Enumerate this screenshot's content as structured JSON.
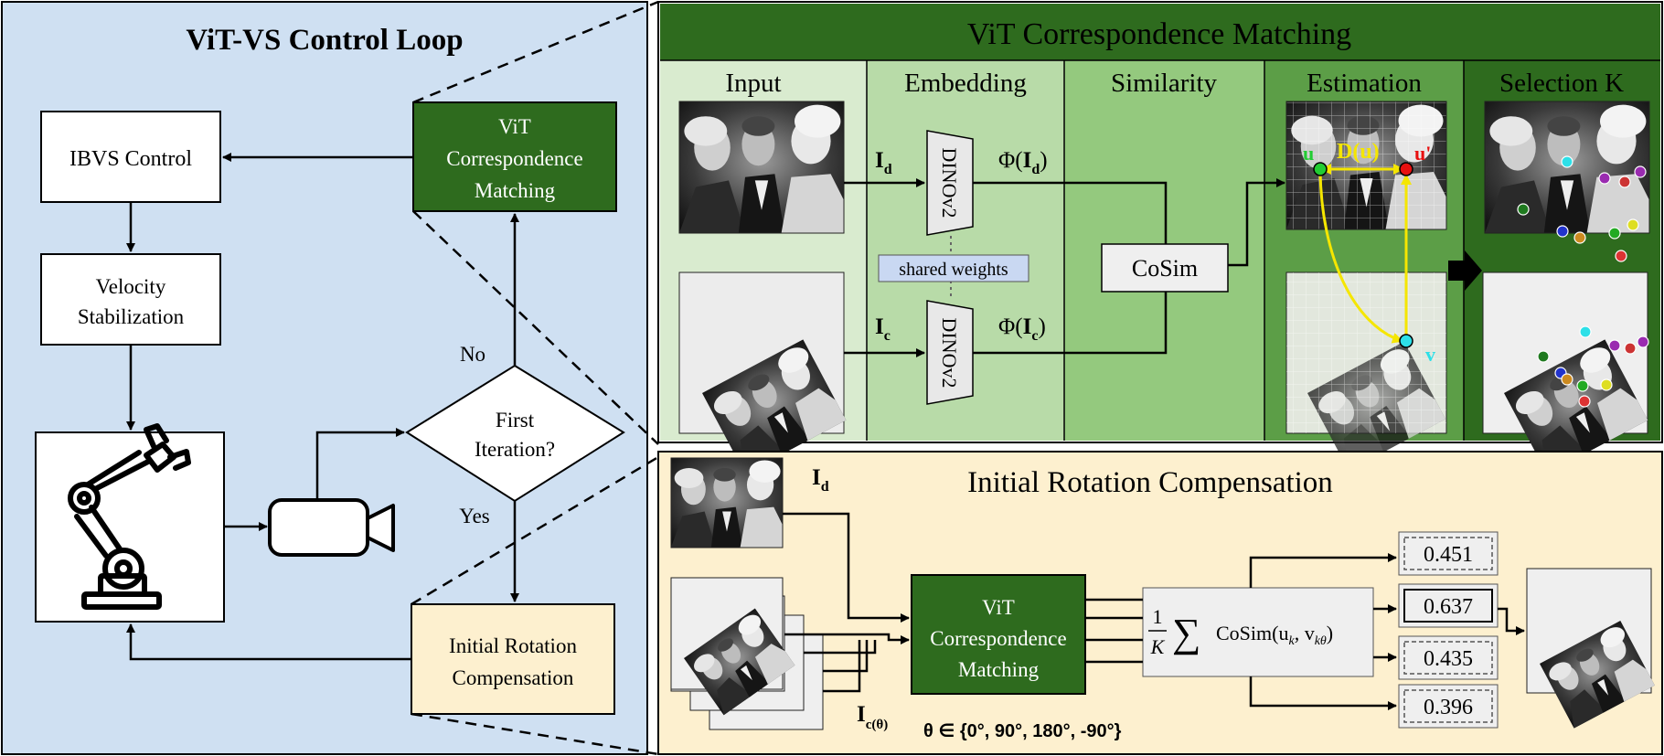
{
  "left": {
    "title": "ViT-VS Control Loop",
    "ibvs": "IBVS Control",
    "velocity": [
      "Velocity",
      "Stabilization"
    ],
    "vit_box": [
      "ViT",
      "Correspondence",
      "Matching"
    ],
    "decision": [
      "First",
      "Iteration?"
    ],
    "no_label": "No",
    "yes_label": "Yes",
    "irc_box": [
      "Initial Rotation",
      "Compensation"
    ]
  },
  "top": {
    "title": "ViT Correspondence Matching",
    "col_input": "Input",
    "col_embedding": "Embedding",
    "col_similarity": "Similarity",
    "col_estimation": "Estimation",
    "col_selection": "Selection K",
    "id_label": "I",
    "id_sub": "d",
    "ic_label": "I",
    "ic_sub": "c",
    "dino": "DINOv2",
    "shared": "shared weights",
    "phi_d_pre": "Φ(",
    "phi_d_I": "I",
    "phi_d_sub": "d",
    "phi_d_post": ")",
    "phi_c_pre": "Φ(",
    "phi_c_I": "I",
    "phi_c_sub": "c",
    "phi_c_post": ")",
    "cosim": "CoSim",
    "u_label": "u",
    "du_label": "D(u)",
    "uprime_label": "u'",
    "v_label": "v"
  },
  "bottom": {
    "title": "Initial Rotation Compensation",
    "id_label": "I",
    "id_sub": "d",
    "ic_label": "I",
    "ic_sub": "c(θ)",
    "theta_set": "θ ∈ {0°, 90°, 180°, -90°}",
    "vit_box": [
      "ViT",
      "Correspondence",
      "Matching"
    ],
    "formula_one": "1",
    "formula_K": "K",
    "formula_sum": "∑",
    "formula_body": "CoSim(u",
    "formula_k": "k",
    "formula_comma": ", v",
    "formula_ktheta": "kθ",
    "formula_close": ")",
    "scores": [
      "0.451",
      "0.637",
      "0.435",
      "0.396"
    ],
    "best_index": 1
  },
  "colors": {
    "left_bg": "#cfe0f2",
    "dark_green": "#2e6b1e",
    "input_col": "#d9ebcf",
    "embedding_col": "#b8dba8",
    "similarity_col": "#94c97e",
    "estimation_col": "#5c9e47",
    "selection_col": "#2e6b1e",
    "irc_bg": "#fdf0cf",
    "arrow_yellow": "#f5e600"
  }
}
